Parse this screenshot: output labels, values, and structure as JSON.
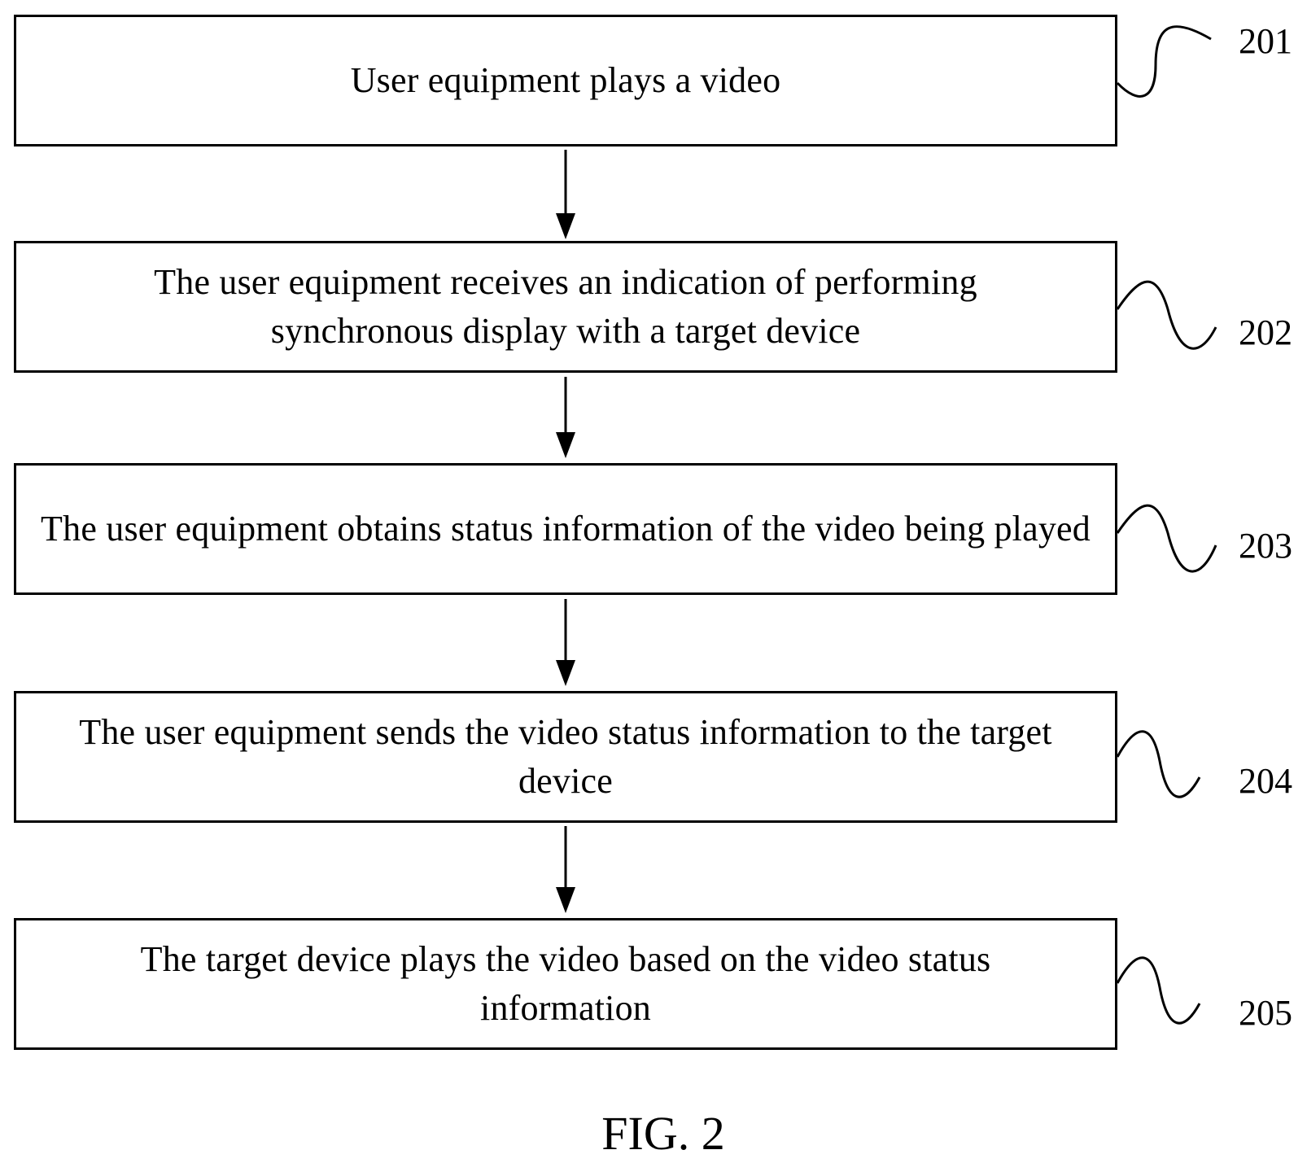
{
  "steps": [
    {
      "id": "201",
      "text": "User equipment plays a video"
    },
    {
      "id": "202",
      "text": "The user equipment receives an indication of performing synchronous display with a target device"
    },
    {
      "id": "203",
      "text": "The user equipment obtains status information of the video being played"
    },
    {
      "id": "204",
      "text": "The user equipment sends the video status information to the target device"
    },
    {
      "id": "205",
      "text": "The target device plays the video based on the video status information"
    }
  ],
  "figure_caption": "FIG. 2",
  "colors": {
    "stroke": "#000000",
    "background": "#ffffff"
  }
}
